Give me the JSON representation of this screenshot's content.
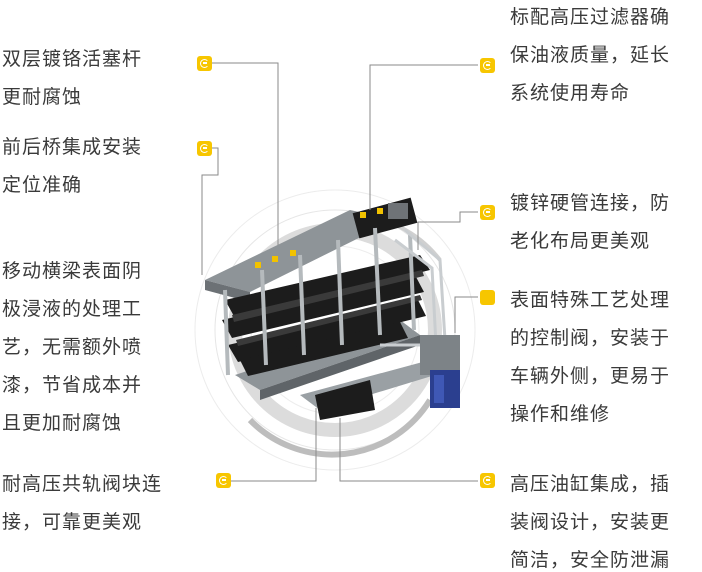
{
  "callouts": {
    "left": [
      {
        "id": "piston-rod",
        "text": "双层镀铬活塞杆\n更耐腐蚀"
      },
      {
        "id": "axle-install",
        "text": "前后桥集成安装\n定位准确"
      },
      {
        "id": "beam-surface",
        "text": "移动横梁表面阴\n极浸液的处理工\n艺，无需额外喷\n漆，节省成本并\n且更加耐腐蚀"
      },
      {
        "id": "valve-block",
        "text": "耐高压共轨阀块连\n接，可靠更美观"
      }
    ],
    "right": [
      {
        "id": "filter",
        "text": "标配高压过滤器确\n保油液质量，延长\n系统使用寿命"
      },
      {
        "id": "galvanized-pipe",
        "text": "镀锌硬管连接，防\n老化布局更美观"
      },
      {
        "id": "control-valve",
        "text": "表面特殊工艺处理\n的控制阀，安装于\n车辆外侧，更易于\n操作和维修"
      },
      {
        "id": "cylinder",
        "text": "高压油缸集成，插\n装阀设计，安装更\n简洁，安全防泄漏"
      }
    ]
  },
  "colors": {
    "accent": "#f7c600",
    "text": "#3a3a3a",
    "leader": "#8a8a8a"
  },
  "icons": {
    "marker": "gear-badge-icon",
    "marker_plain": "square-badge-icon"
  }
}
